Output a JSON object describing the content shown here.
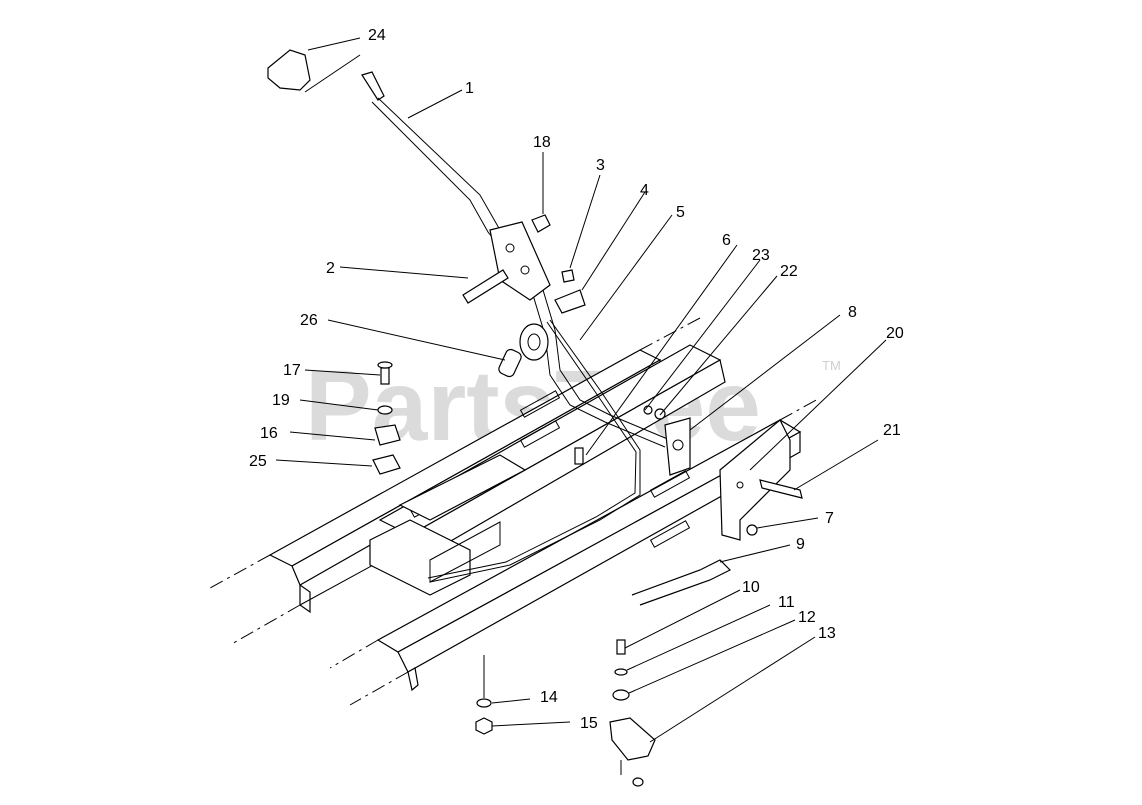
{
  "watermark": {
    "text": "PartsTree",
    "trademark": "TM"
  },
  "callouts": [
    {
      "id": "24",
      "label": "24"
    },
    {
      "id": "1",
      "label": "1"
    },
    {
      "id": "18",
      "label": "18"
    },
    {
      "id": "3",
      "label": "3"
    },
    {
      "id": "4",
      "label": "4"
    },
    {
      "id": "5",
      "label": "5"
    },
    {
      "id": "6",
      "label": "6"
    },
    {
      "id": "23",
      "label": "23"
    },
    {
      "id": "22",
      "label": "22"
    },
    {
      "id": "2",
      "label": "2"
    },
    {
      "id": "26",
      "label": "26"
    },
    {
      "id": "8",
      "label": "8"
    },
    {
      "id": "20",
      "label": "20"
    },
    {
      "id": "17",
      "label": "17"
    },
    {
      "id": "19",
      "label": "19"
    },
    {
      "id": "16",
      "label": "16"
    },
    {
      "id": "25",
      "label": "25"
    },
    {
      "id": "21",
      "label": "21"
    },
    {
      "id": "7",
      "label": "7"
    },
    {
      "id": "9",
      "label": "9"
    },
    {
      "id": "10",
      "label": "10"
    },
    {
      "id": "11",
      "label": "11"
    },
    {
      "id": "12",
      "label": "12"
    },
    {
      "id": "13",
      "label": "13"
    },
    {
      "id": "14",
      "label": "14"
    },
    {
      "id": "15",
      "label": "15"
    }
  ]
}
